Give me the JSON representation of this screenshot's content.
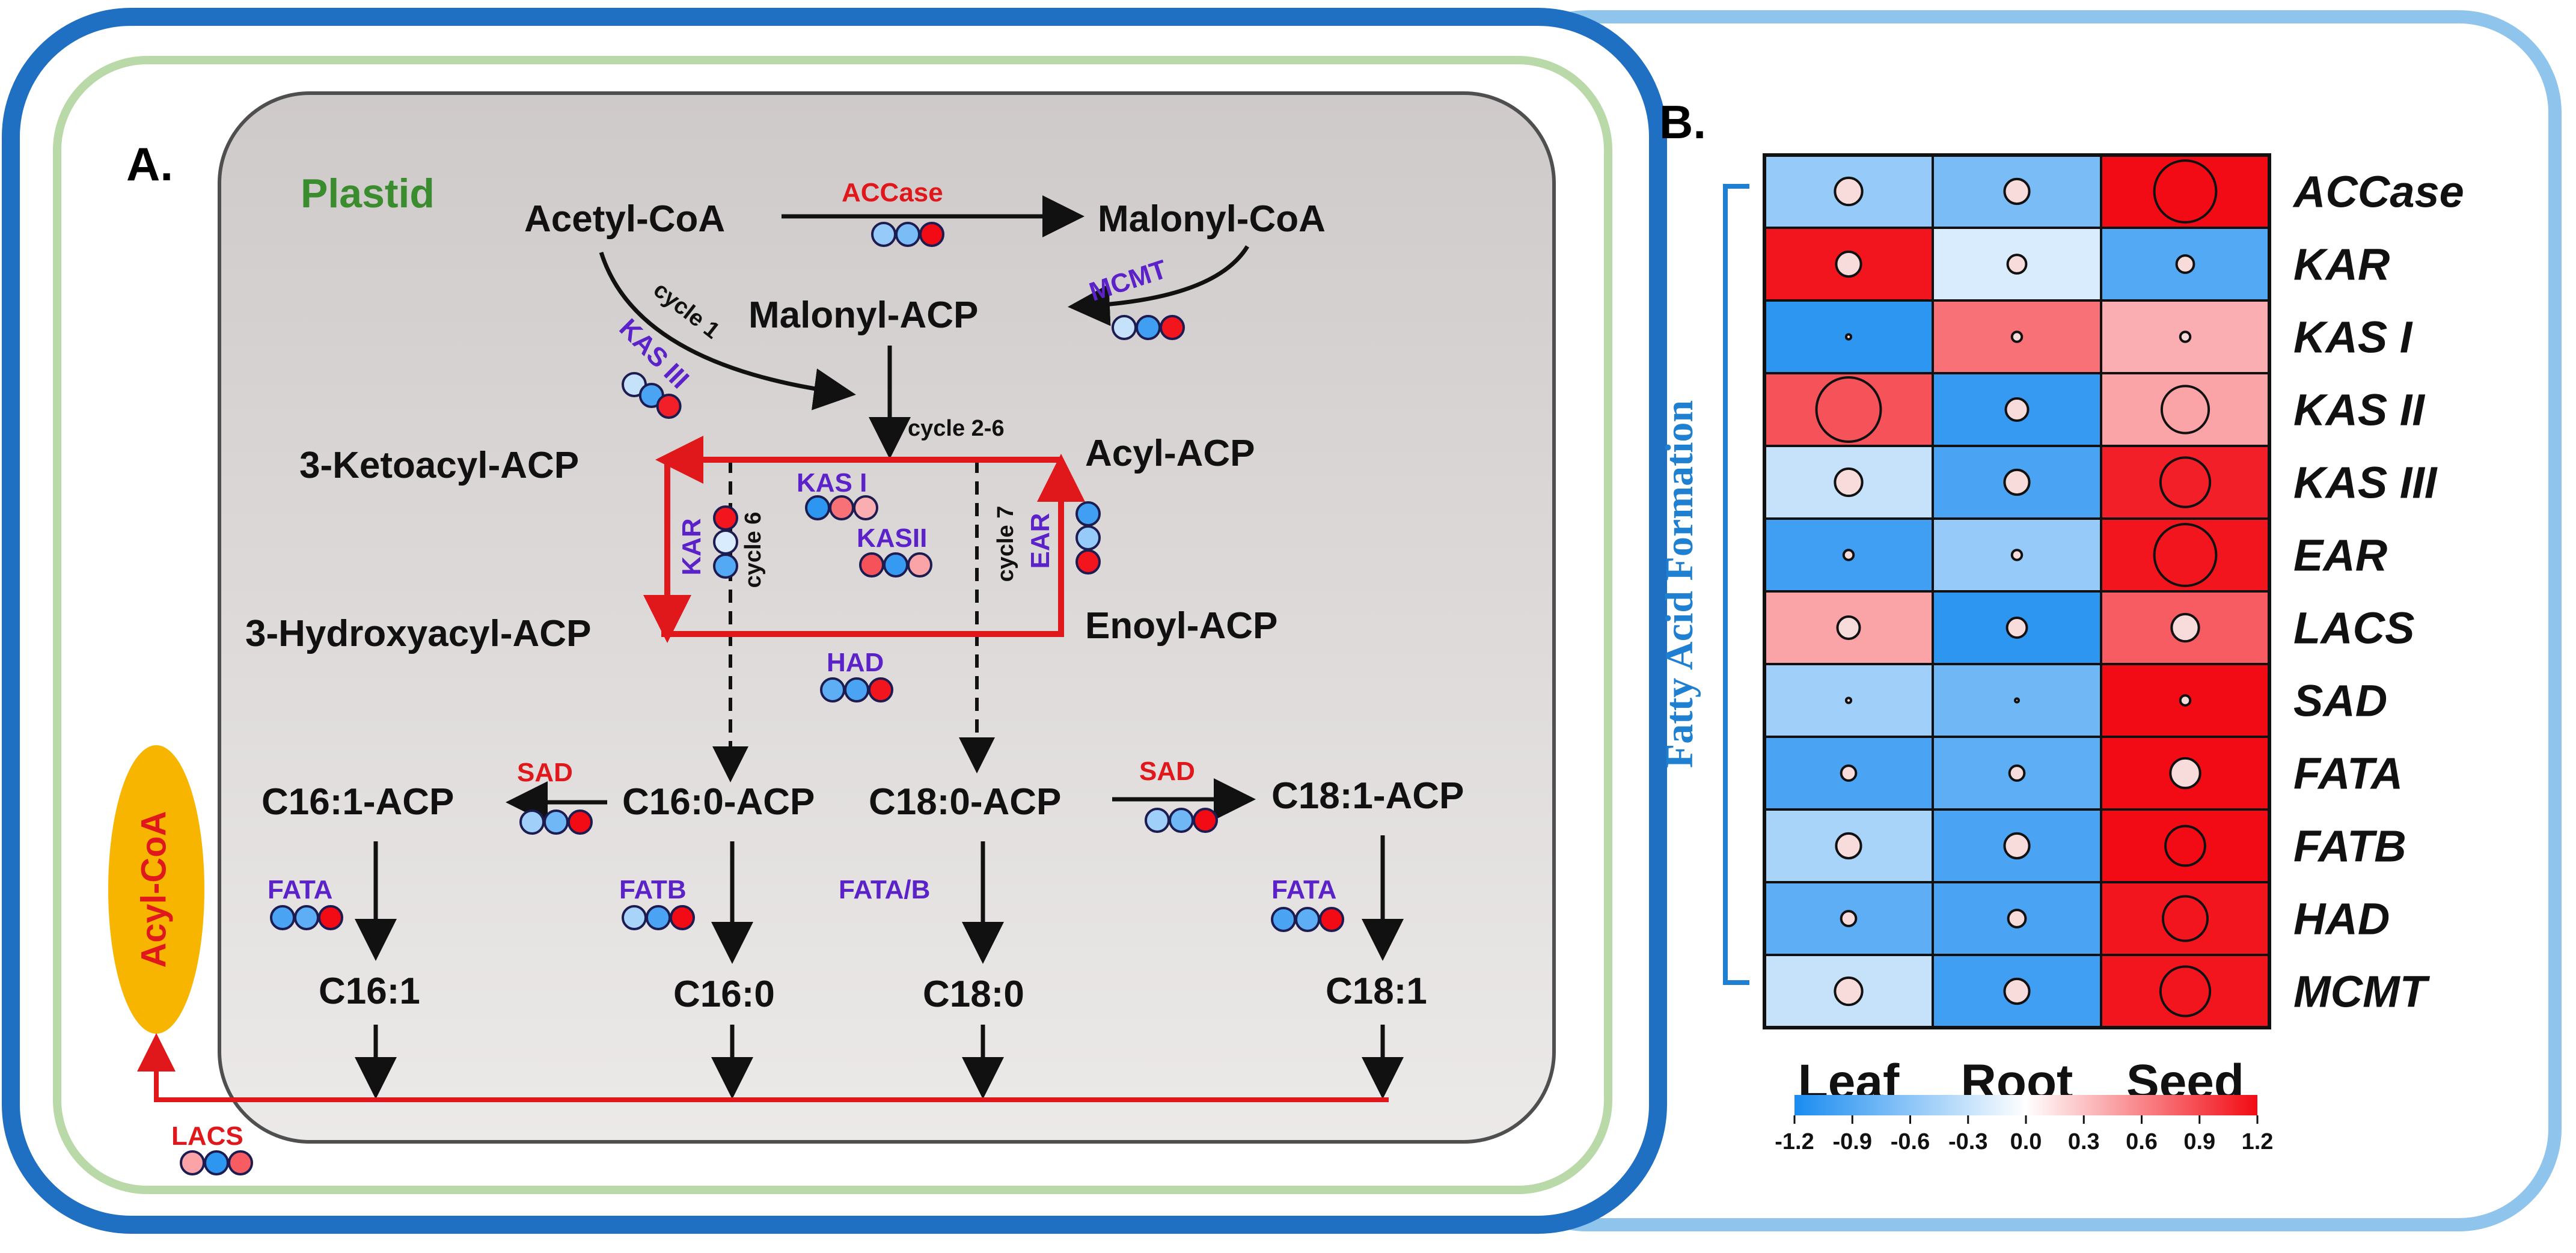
{
  "panel_a": {
    "label": "A.",
    "compartment": "Plastid",
    "metabolites": {
      "acetyl_coa": "Acetyl-CoA",
      "malonyl_coa": "Malonyl-CoA",
      "malonyl_acp": "Malonyl-ACP",
      "ketoacyl_acp": "3-Ketoacyl-ACP",
      "hydroxyacyl_acp": "3-Hydroxyacyl-ACP",
      "acyl_acp": "Acyl-ACP",
      "enoyl_acp": "Enoyl-ACP",
      "c16_1_acp": "C16:1-ACP",
      "c16_0_acp": "C16:0-ACP",
      "c18_0_acp": "C18:0-ACP",
      "c18_1_acp": "C18:1-ACP",
      "c16_1": "C16:1",
      "c16_0": "C16:0",
      "c18_0": "C18:0",
      "c18_1": "C18:1",
      "acyl_coa": "Acyl-CoA"
    },
    "enzymes": {
      "accase": "ACCase",
      "mcmt": "MCMT",
      "kas3": "KAS III",
      "kas1": "KAS I",
      "kas2": "KASII",
      "kar": "KAR",
      "ear": "EAR",
      "had": "HAD",
      "sad_left": "SAD",
      "sad_right": "SAD",
      "fata_left": "FATA",
      "fatb": "FATB",
      "fatab": "FATA/B",
      "fata_right": "FATA",
      "lacs": "LACS"
    },
    "cycles": {
      "cycle1": "cycle 1",
      "cycle26": "cycle 2-6",
      "cycle6": "cycle 6",
      "cycle7": "cycle 7"
    },
    "colors": {
      "red_path": "#e0181c",
      "enzyme_red": "#e0181c",
      "enzyme_purple": "#5a22c8",
      "plastid_label": "#3a8c2e",
      "acyl_coa_fill": "#f7b500",
      "outer_frame": "#1f6fc2",
      "inner_frame": "#b9d9a8",
      "plastid_fill": "#d8d4d4"
    }
  },
  "panel_b": {
    "label": "B.",
    "side_label": "Fatty Acid Formation",
    "legend_ticks": [
      "-1.2",
      "-0.9",
      "-0.6",
      "-0.3",
      "0.0",
      "0.3",
      "0.6",
      "0.9",
      "1.2"
    ]
  },
  "chart_data": {
    "type": "heatmap",
    "title": "",
    "columns": [
      "Leaf",
      "Root",
      "Seed"
    ],
    "rows": [
      "ACCase",
      "KAR",
      "KAS I",
      "KAS II",
      "KAS III",
      "EAR",
      "LACS",
      "SAD",
      "FATA",
      "FATB",
      "HAD",
      "MCMT"
    ],
    "values": [
      [
        -0.55,
        -0.7,
        1.2
      ],
      [
        1.15,
        -0.2,
        -0.9
      ],
      [
        -1.1,
        0.7,
        0.4
      ],
      [
        0.85,
        -1.05,
        0.45
      ],
      [
        -0.3,
        -0.95,
        1.1
      ],
      [
        -1.0,
        -0.55,
        1.15
      ],
      [
        0.45,
        -1.1,
        0.8
      ],
      [
        -0.5,
        -0.75,
        1.2
      ],
      [
        -0.95,
        -0.85,
        1.2
      ],
      [
        -0.45,
        -0.95,
        1.2
      ],
      [
        -0.85,
        -0.95,
        1.15
      ],
      [
        -0.3,
        -1.0,
        1.15
      ]
    ],
    "circle_size": [
      [
        0.22,
        0.2,
        0.5
      ],
      [
        0.2,
        0.15,
        0.14
      ],
      [
        0.04,
        0.08,
        0.08
      ],
      [
        0.52,
        0.18,
        0.38
      ],
      [
        0.22,
        0.2,
        0.4
      ],
      [
        0.08,
        0.08,
        0.5
      ],
      [
        0.18,
        0.16,
        0.22
      ],
      [
        0.04,
        0.03,
        0.08
      ],
      [
        0.12,
        0.12,
        0.24
      ],
      [
        0.2,
        0.2,
        0.32
      ],
      [
        0.12,
        0.14,
        0.36
      ],
      [
        0.22,
        0.2,
        0.4
      ]
    ],
    "color_range": [
      -1.2,
      1.2
    ],
    "colormap": [
      "#1a8cf0",
      "#ffffff",
      "#f20b14"
    ],
    "legend_position": "bottom"
  }
}
